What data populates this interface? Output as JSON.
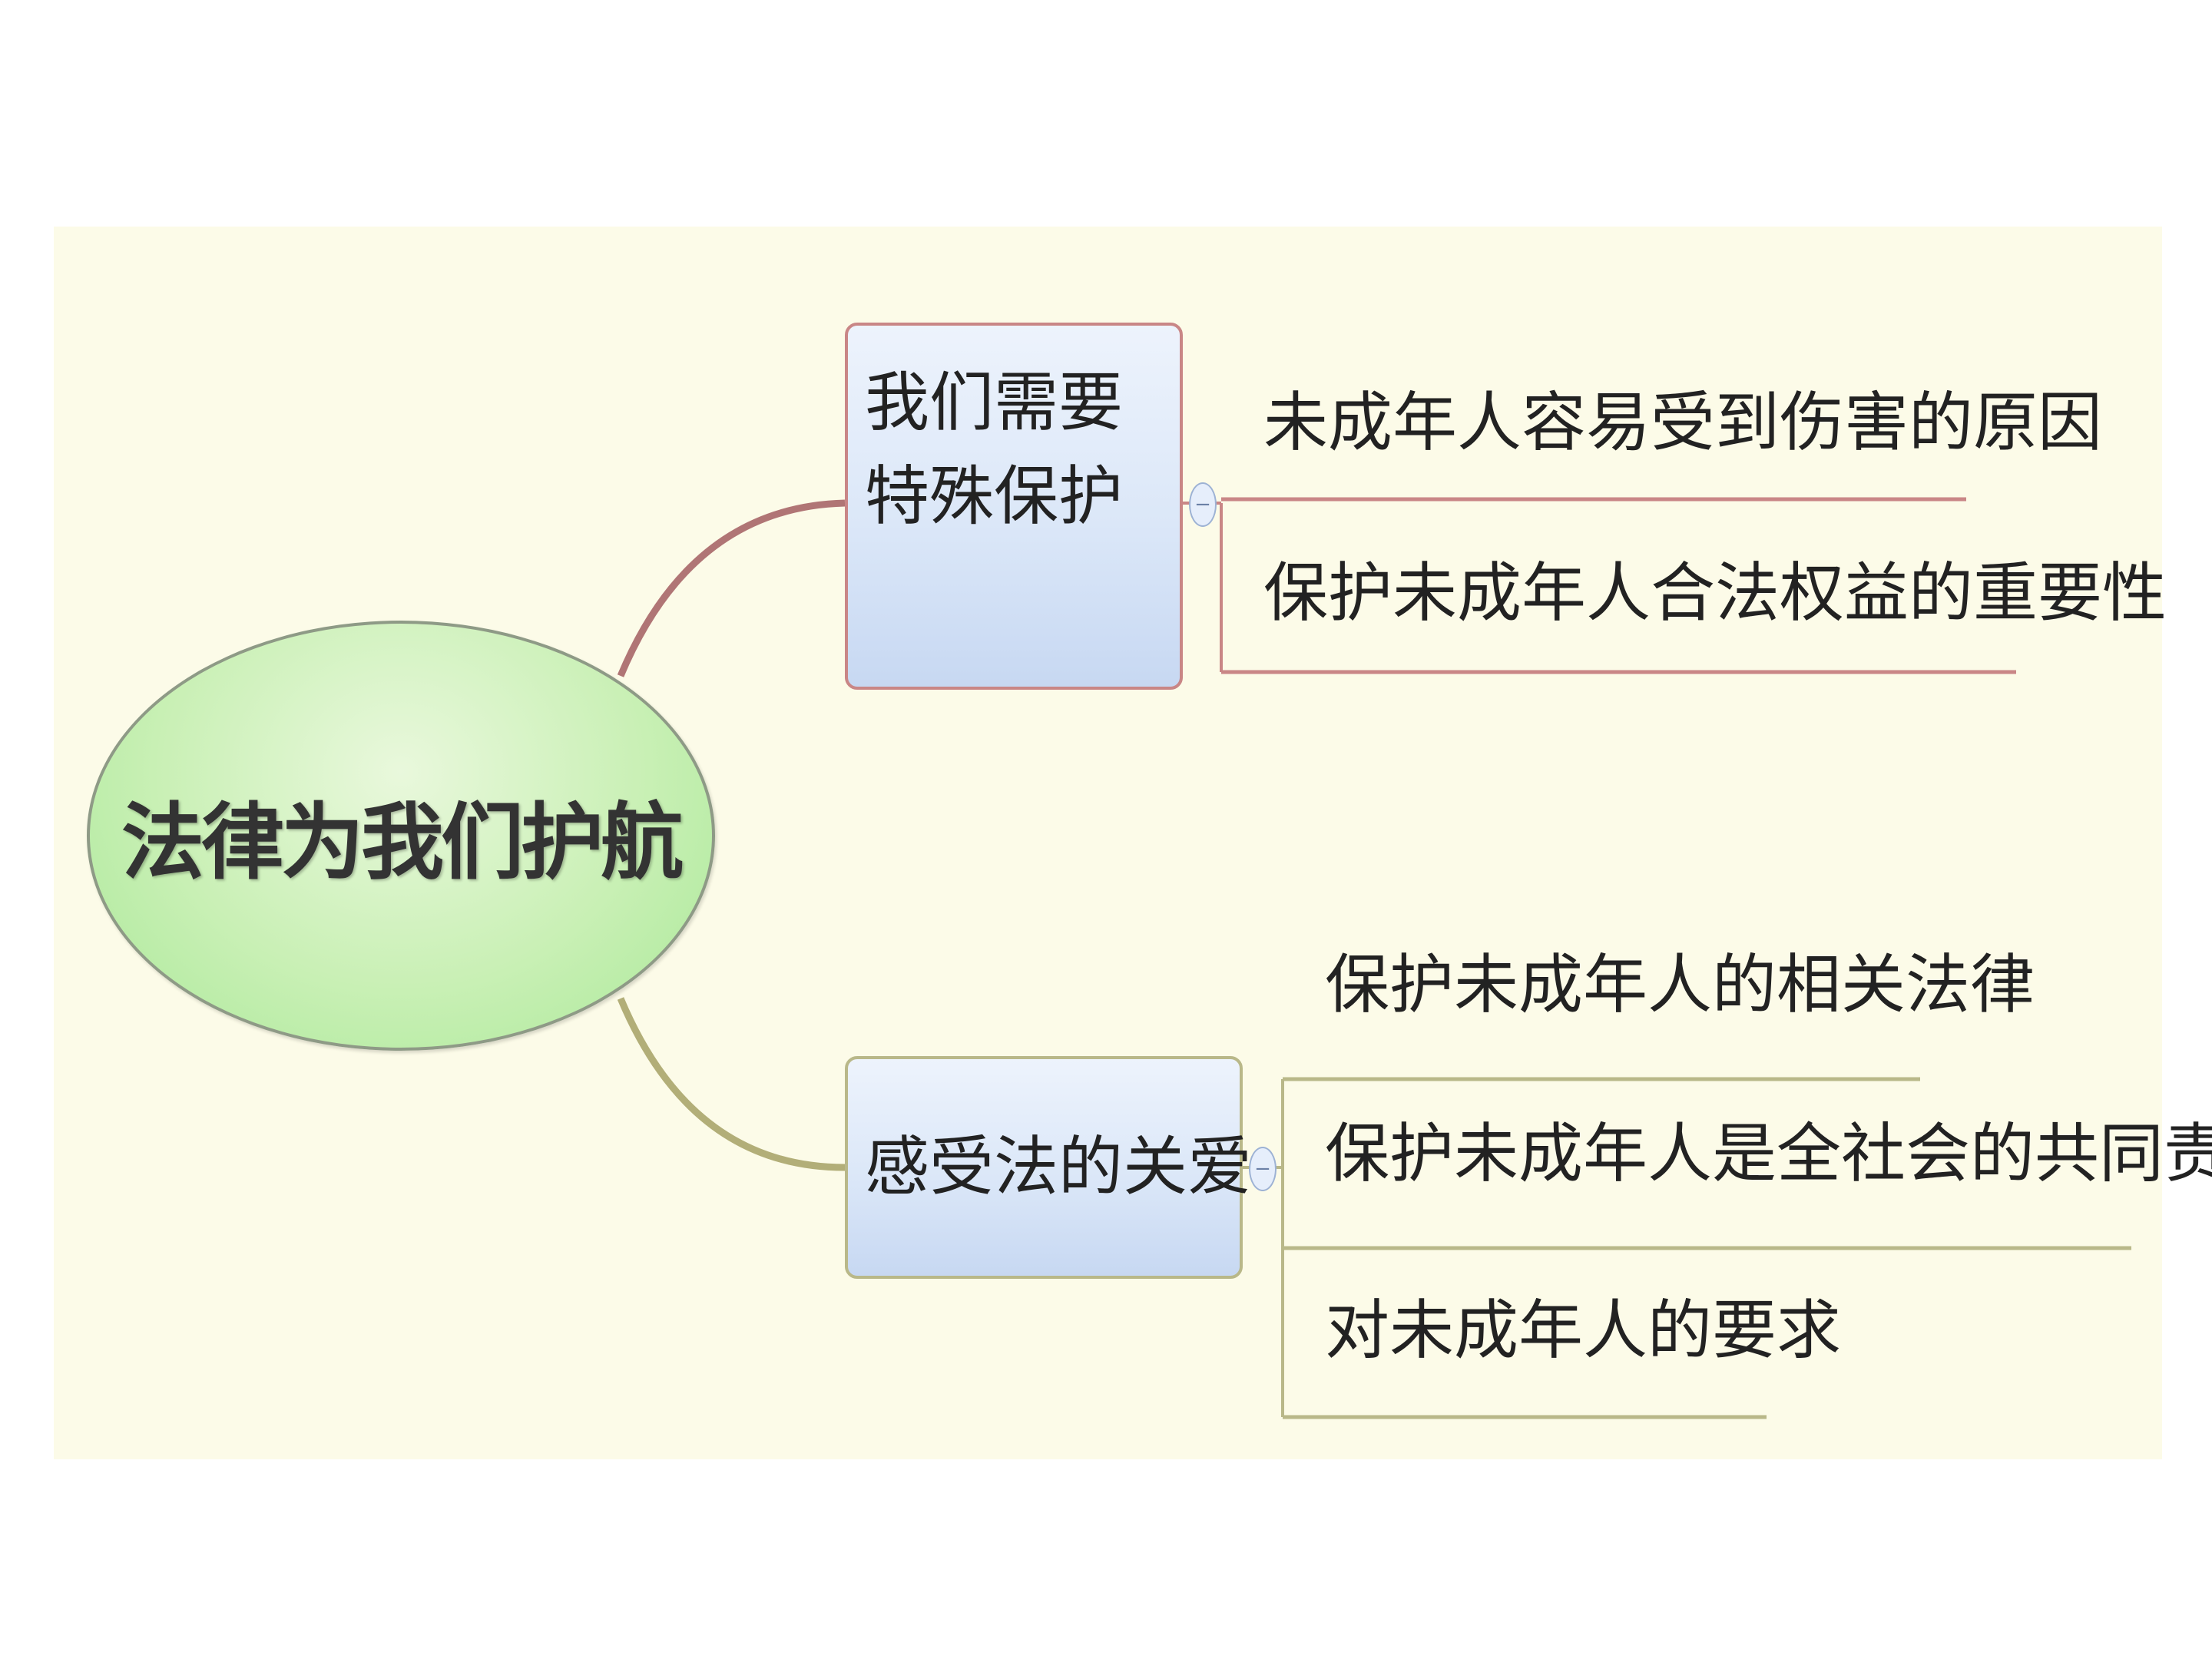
{
  "diagram": {
    "background_color": "#fcfbe8",
    "root": {
      "label": "法律为我们护航"
    },
    "branches": [
      {
        "label": "我们需要特殊保护",
        "color": "#c98686",
        "children": [
          "未成年人容易受到伤害的原因",
          "保护未成年人合法权益的重要性"
        ]
      },
      {
        "label": "感受法的关爱",
        "color": "#b9b889",
        "children": [
          "保护未成年人的相关法律",
          "保护未成年人是全社会的共同责任",
          "对未成年人的要求"
        ]
      }
    ],
    "collapse_symbol": "−"
  }
}
